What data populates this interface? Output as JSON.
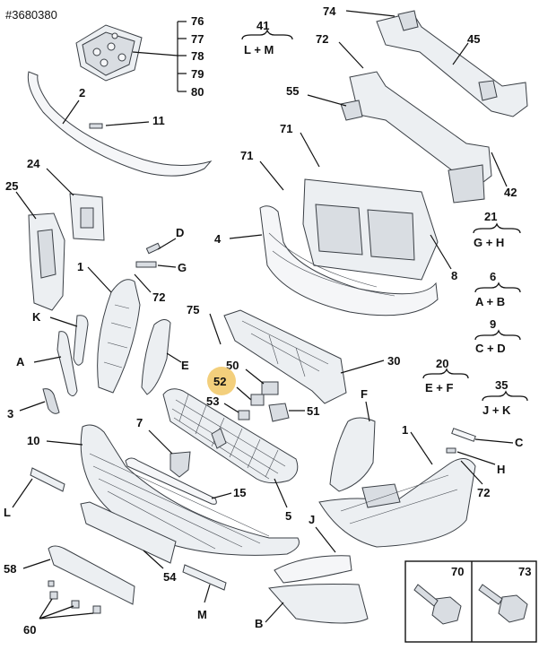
{
  "ref_number": "#3680380",
  "highlight_color": "#f3cf7c",
  "callouts": {
    "c76": "76",
    "c77": "77",
    "c78": "78",
    "c79": "79",
    "c80": "80",
    "c41": "41",
    "c41s": "L + M",
    "c74": "74",
    "c72a": "72",
    "c45": "45",
    "c2": "2",
    "c11": "11",
    "c55": "55",
    "c24": "24",
    "c25": "25",
    "c71a": "71",
    "c71b": "71",
    "c4": "4",
    "cD": "D",
    "cG": "G",
    "c72b": "72",
    "c1a": "1",
    "cK": "K",
    "cA": "A",
    "c3": "3",
    "c21": "21",
    "c21s": "G + H",
    "c42": "42",
    "c8": "8",
    "c6": "6",
    "c6s": "A + B",
    "c9": "9",
    "c9s": "C + D",
    "c75": "75",
    "cE": "E",
    "c50": "50",
    "c52": "52",
    "c53": "53",
    "c51": "51",
    "c30": "30",
    "c20": "20",
    "c20s": "E + F",
    "c35": "35",
    "c35s": "J + K",
    "cF": "F",
    "c1b": "1",
    "cC": "C",
    "cH": "H",
    "c72c": "72",
    "c10": "10",
    "c7": "7",
    "c15": "15",
    "c5": "5",
    "cL": "L",
    "cJ": "J",
    "c58": "58",
    "c54": "54",
    "cM": "M",
    "c60": "60",
    "cB": "B",
    "c70": "70",
    "c73": "73"
  }
}
